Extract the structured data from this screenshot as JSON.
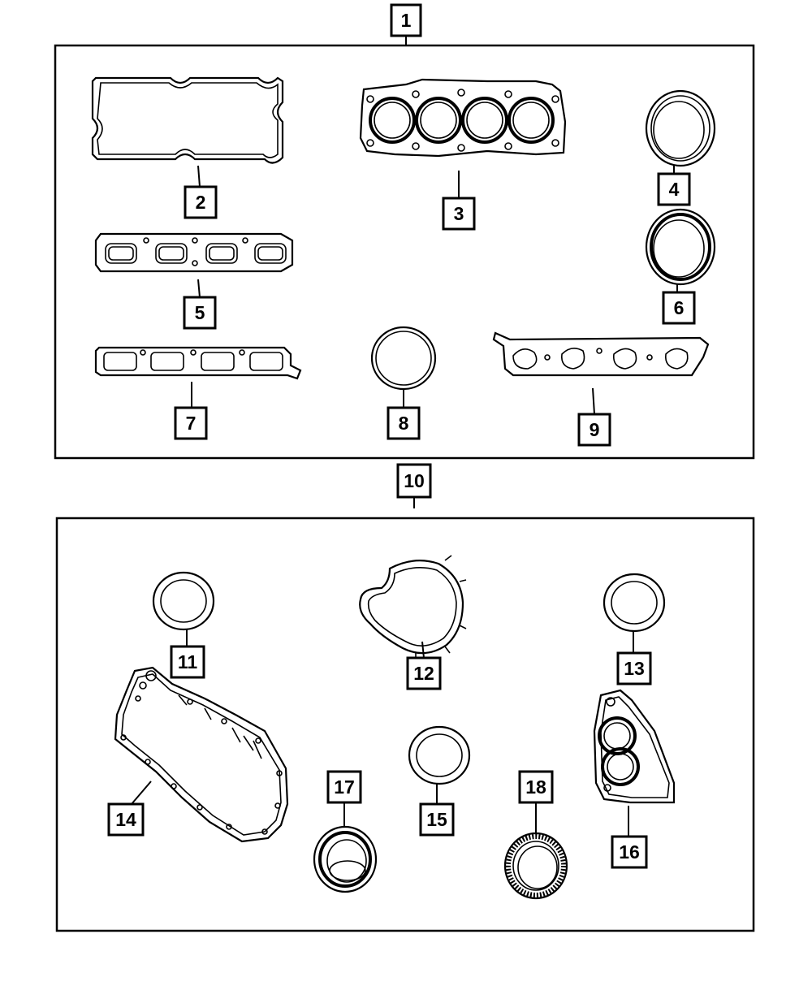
{
  "diagram": {
    "kit_upper_label": "1",
    "kit_lower_label": "10",
    "callouts": {
      "c2": "2",
      "c3": "3",
      "c4": "4",
      "c5": "5",
      "c6": "6",
      "c7": "7",
      "c8": "8",
      "c9": "9",
      "c11": "11",
      "c12": "12",
      "c13": "13",
      "c14": "14",
      "c15": "15",
      "c16": "16",
      "c17": "17",
      "c18": "18"
    }
  }
}
